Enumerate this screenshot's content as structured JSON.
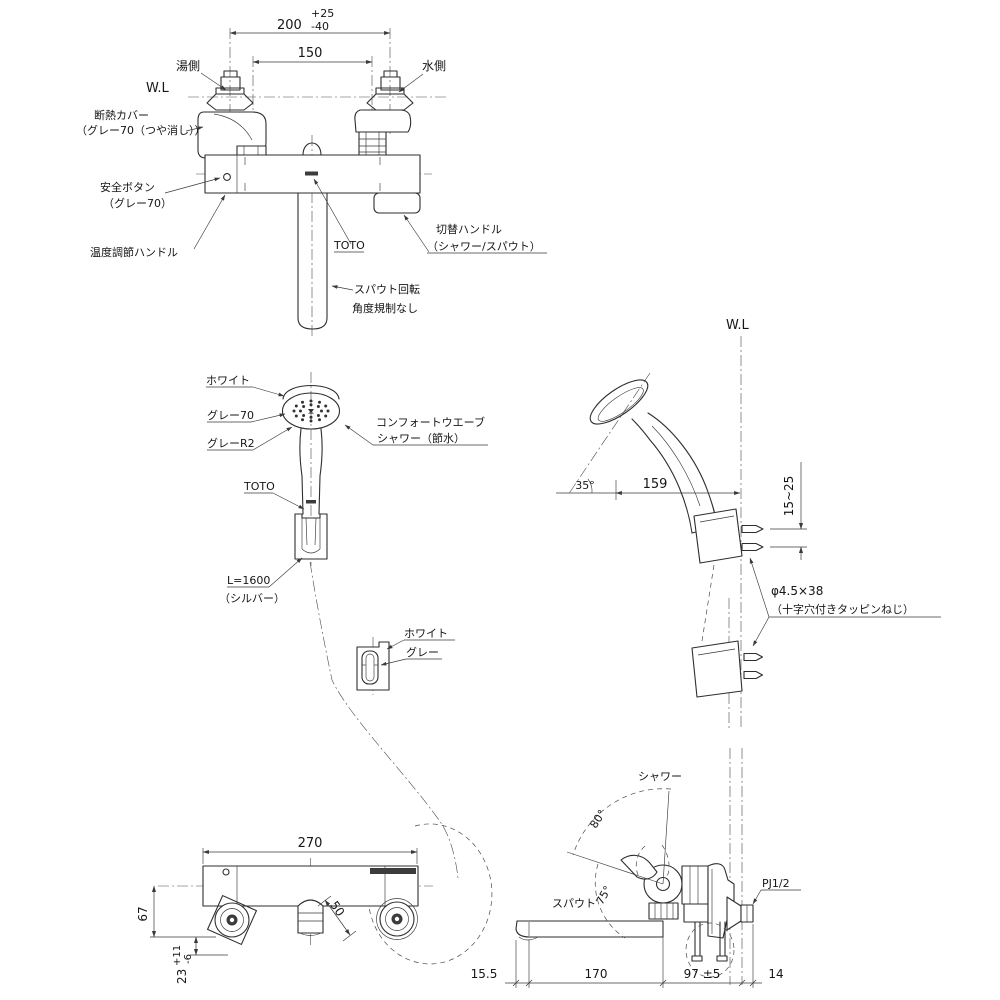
{
  "top": {
    "wl": "W.L",
    "hot_side": "湯側",
    "cold_side": "水側",
    "insulation_1": "断熱カバー",
    "insulation_2": "（グレー70（つや消し））",
    "safety_1": "安全ボタン",
    "safety_2": "（グレー70）",
    "temp_handle": "温度調節ハンドル",
    "logo": "TOTO",
    "switch_1": "切替ハンドル",
    "switch_2": "（シャワー/スパウト）",
    "spout_rot_1": "スパウト回転",
    "spout_rot_2": "角度規制なし",
    "dim_200": "200",
    "dim_200_plus": "+25",
    "dim_200_minus": "-40",
    "dim_150": "150"
  },
  "shower": {
    "white": "ホワイト",
    "gray70": "グレー70",
    "grayR2": "グレーR2",
    "logo": "TOTO",
    "wave_1": "コンフォートウエーブ",
    "wave_2": "シャワー（節水）",
    "hose_len": "L=1600",
    "hose_color": "（シルバー）"
  },
  "hanger": {
    "white": "ホワイト",
    "gray": "グレー"
  },
  "side": {
    "wl": "W.L",
    "angle_35": "35°",
    "dim_159": "159",
    "dim_15_25": "15~25",
    "screw_1": "φ4.5×38",
    "screw_2": "（十字穴付きタッピンねじ）"
  },
  "front": {
    "dim_270": "270",
    "dim_67": "67",
    "dim_23": "23",
    "dim_23_plus": "+11",
    "dim_23_minus": "-6",
    "dim_50": "50"
  },
  "sideview": {
    "shower": "シャワー",
    "spout": "スパウト",
    "angle_80": "80°",
    "angle_75": "75°",
    "thread": "PJ1/2",
    "dim_15_5": "15.5",
    "dim_170": "170",
    "dim_97": "97 ±5",
    "dim_14": "14"
  }
}
